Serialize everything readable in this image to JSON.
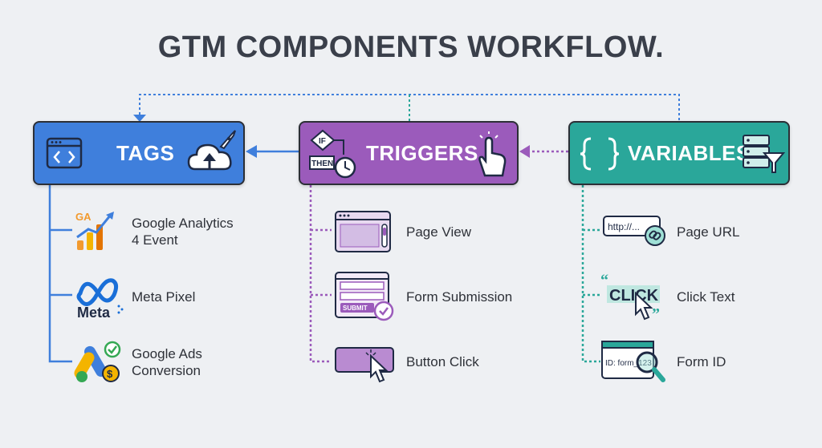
{
  "title": "GTM COMPONENTS WORKFLOW.",
  "tags": {
    "label": "TAGS",
    "items": [
      {
        "line1": "Google Analytics",
        "line2": "4 Event",
        "icon": "google-analytics-icon",
        "badge": "GA"
      },
      {
        "line1": "Meta Pixel",
        "line2": "",
        "icon": "meta-logo-icon",
        "badge": "Meta"
      },
      {
        "line1": "Google Ads",
        "line2": "Conversion",
        "icon": "google-ads-icon",
        "badge": ""
      }
    ]
  },
  "triggers": {
    "label": "TRIGGERS",
    "if_text": "IF",
    "then_text": "THEN",
    "items": [
      {
        "label": "Page View",
        "icon": "browser-window-icon"
      },
      {
        "label": "Form Submission",
        "icon": "form-icon",
        "button": "SUBMIT"
      },
      {
        "label": "Button Click",
        "icon": "button-click-icon"
      }
    ]
  },
  "variables": {
    "label": "VARIABLES",
    "items": [
      {
        "label": "Page URL",
        "icon": "url-link-icon",
        "chip": "http://..."
      },
      {
        "label": "Click Text",
        "icon": "click-text-icon",
        "chip": "CLICK"
      },
      {
        "label": "Form ID",
        "icon": "form-id-search-icon",
        "chip": "ID: form_123"
      }
    ]
  },
  "colors": {
    "tags": "#3f7fdc",
    "triggers": "#9b5bbb",
    "variables": "#2aa79a",
    "title": "#3a3f4a"
  }
}
